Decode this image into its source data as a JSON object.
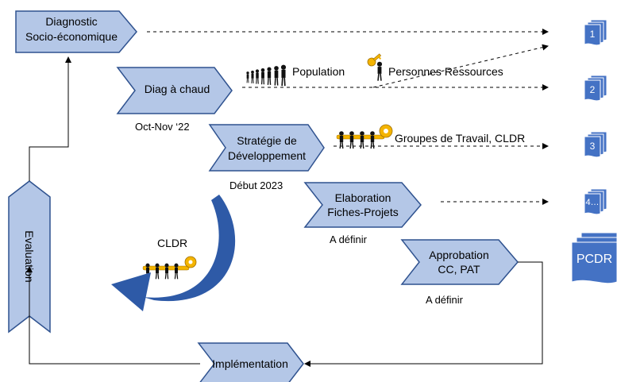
{
  "steps": {
    "diagnostic": {
      "line1": "Diagnostic",
      "line2": "Socio-économique"
    },
    "diag_chaud": {
      "label": "Diag à chaud",
      "date": "Oct-Nov ‘22"
    },
    "strategie": {
      "line1": "Stratégie de",
      "line2": "Développement",
      "date": "Début 2023"
    },
    "elaboration": {
      "line1": "Elaboration",
      "line2": "Fiches-Projets",
      "date": "A définir"
    },
    "approbation": {
      "line1": "Approbation",
      "line2": "CC, PAT",
      "date": "A définir"
    },
    "implementation": {
      "label": "Implémentation"
    },
    "evaluation": {
      "label": "Evaluation"
    }
  },
  "participants": {
    "population": "Population",
    "personnes_ressources": "Personnes Ressources",
    "groupes": "Groupes de Travail, CLDR",
    "cldr": "CLDR"
  },
  "documents": [
    "1",
    "2",
    "3",
    "4…",
    "PCDR"
  ],
  "colors": {
    "step_fill": "#b4c7e7",
    "step_stroke": "#2f528f",
    "doc_fill": "#4472c4",
    "curve": "#2e5aa7",
    "key": "#f4b400"
  },
  "icons": [
    "people-row-icon",
    "key-person-icon",
    "people-with-key-icon",
    "document-stack-icon",
    "curved-arrow-icon"
  ]
}
